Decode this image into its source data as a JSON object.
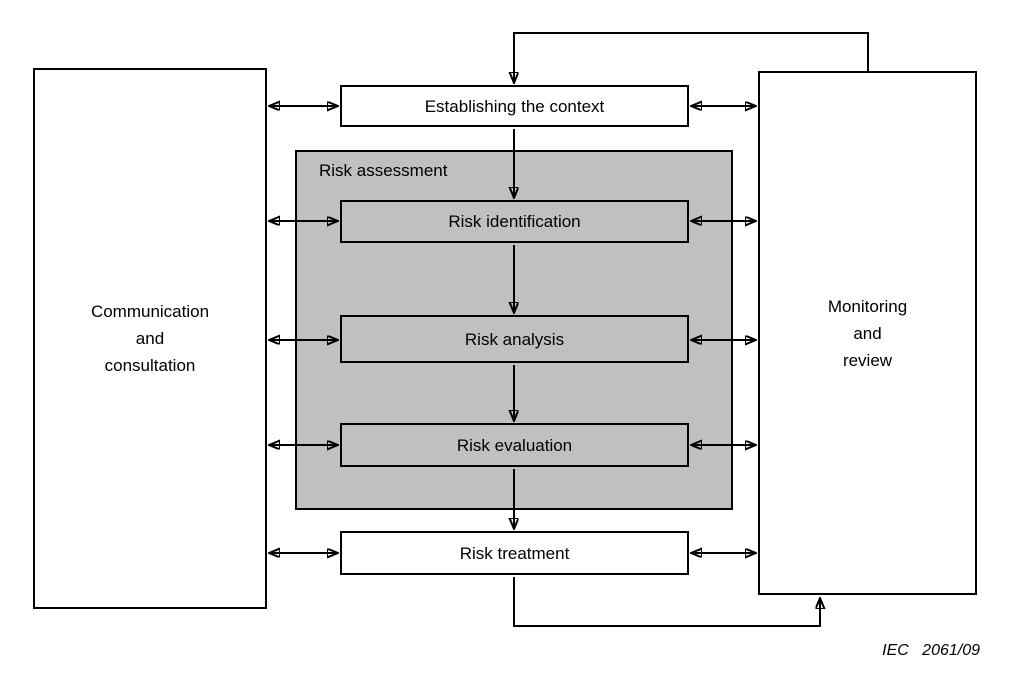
{
  "nodes": {
    "communication": "Communication\nand\nconsultation",
    "context": "Establishing the context",
    "risk_assessment": "Risk assessment",
    "identification": "Risk identification",
    "analysis": "Risk analysis",
    "evaluation": "Risk evaluation",
    "treatment": "Risk treatment",
    "monitoring": "Monitoring\nand\nreview"
  },
  "caption": "IEC   2061/09",
  "colors": {
    "panel_gray": "#c0c0c0",
    "line_black": "#000000",
    "box_white": "#ffffff"
  }
}
